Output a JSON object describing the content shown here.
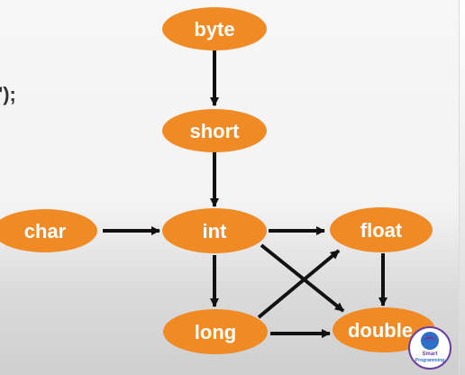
{
  "code_fragment": "');",
  "diagram": {
    "nodes": {
      "byte": "byte",
      "short": "short",
      "char": "char",
      "int": "int",
      "float": "float",
      "long": "long",
      "double": "double"
    },
    "edges": [
      {
        "from": "byte",
        "to": "short"
      },
      {
        "from": "short",
        "to": "int"
      },
      {
        "from": "char",
        "to": "int"
      },
      {
        "from": "int",
        "to": "float"
      },
      {
        "from": "int",
        "to": "long"
      },
      {
        "from": "int",
        "to": "double"
      },
      {
        "from": "long",
        "to": "float"
      },
      {
        "from": "long",
        "to": "double"
      },
      {
        "from": "float",
        "to": "double"
      }
    ],
    "node_color": "#f08a24",
    "arrow_color": "#111111"
  },
  "logo": {
    "text_line1": "Smart",
    "text_line2": "Programming",
    "colors": [
      "#6a3fa0",
      "#2d6fc8"
    ]
  }
}
